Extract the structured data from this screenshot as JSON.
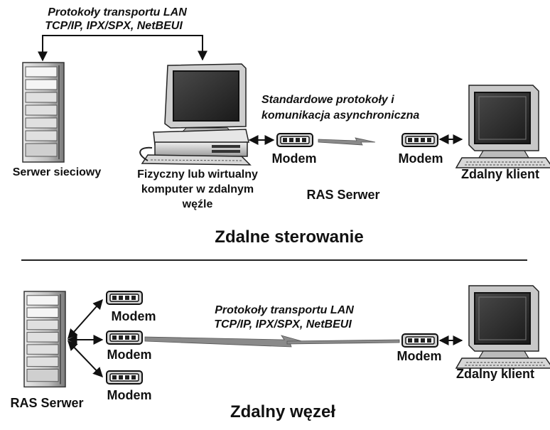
{
  "top": {
    "lan_protocols_line1": "Protokoły transportu LAN",
    "lan_protocols_line2": "TCP/IP, IPX/SPX, NetBEUI",
    "std_protocols_line1": "Standardowe protokoły i",
    "std_protocols_line2": "komunikacja asynchroniczna",
    "server_label": "Serwer sieciowy",
    "computer_label_line1": "Fizyczny lub wirtualny",
    "computer_label_line2": "komputer w zdalnym",
    "computer_label_line3": "węźle",
    "modem_left": "Modem",
    "modem_right": "Modem",
    "client_label": "Zdalny klient",
    "ras_label": "RAS Serwer",
    "section_title": "Zdalne sterowanie"
  },
  "bottom": {
    "lan_protocols_line1": "Protokoły transportu LAN",
    "lan_protocols_line2": "TCP/IP, IPX/SPX, NetBEUI",
    "modem_1": "Modem",
    "modem_2": "Modem",
    "modem_3": "Modem",
    "modem_remote": "Modem",
    "ras_label": "RAS Serwer",
    "client_label": "Zdalny klient",
    "section_title": "Zdalny węzeł"
  }
}
